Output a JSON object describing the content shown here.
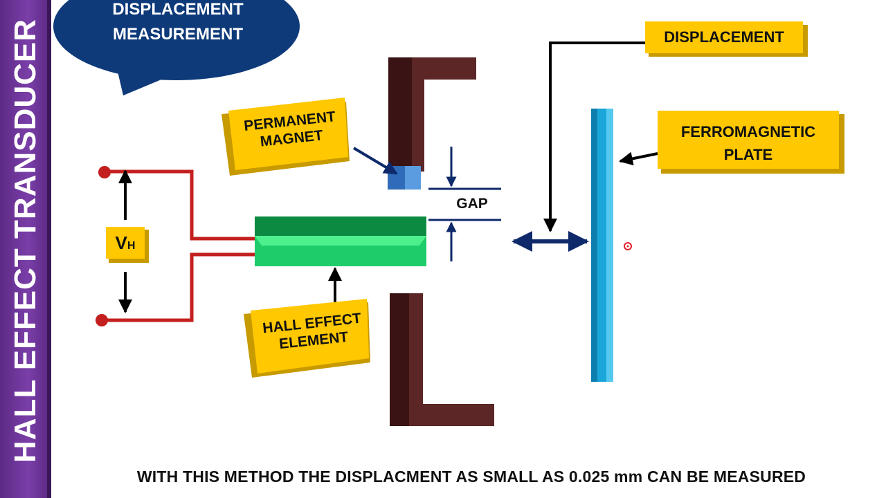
{
  "side_title": "HALL EFFECT TRANSDUCER",
  "bubble": {
    "line1": "DISPLACEMENT",
    "line2": "MEASUREMENT"
  },
  "labels": {
    "permanent_magnet_1": "PERMANENT",
    "permanent_magnet_2": "MAGNET",
    "gap": "GAP",
    "displacement": "DISPLACEMENT",
    "ferromagnetic_1": "FERROMAGNETIC",
    "ferromagnetic_2": "PLATE",
    "vh_main": "V",
    "vh_sub": "H",
    "hall_element_1": "HALL EFFECT",
    "hall_element_2": "ELEMENT"
  },
  "footer": "WITH THIS METHOD THE DISPLACMENT AS SMALL AS 0.025 mm CAN BE MEASURED",
  "colors": {
    "side_bar": "#6b3199",
    "bubble": "#0e3a7a",
    "label_box": "#ffc800",
    "magnet": "#5c2626",
    "magnet_shadow": "#3a1414",
    "hall_element": "#1fcc6a",
    "plate": "#1aa6d9",
    "arrow": "#0e2a6a",
    "wire": "#c31f1f"
  }
}
